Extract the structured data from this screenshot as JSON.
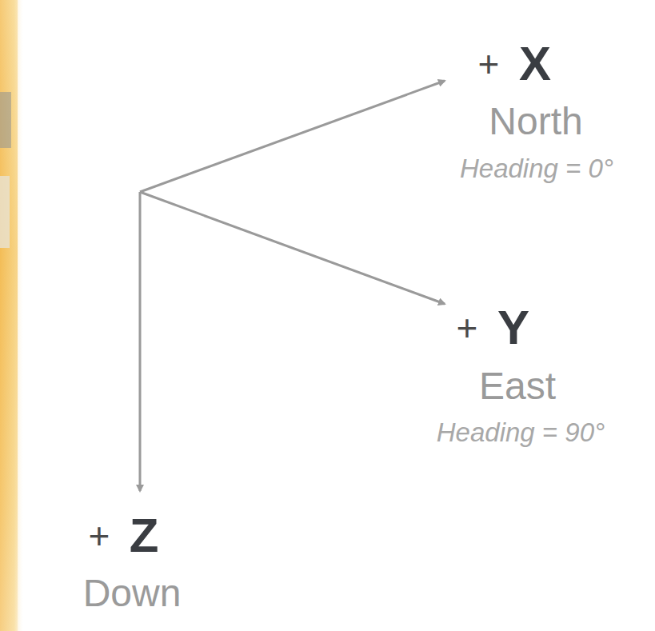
{
  "diagram": {
    "labels": [
      "+",
      "X",
      "North",
      "Heading = 0°",
      "+",
      "Y",
      "East",
      "Heading = 90°",
      "+",
      "Z",
      "Down"
    ]
  }
}
